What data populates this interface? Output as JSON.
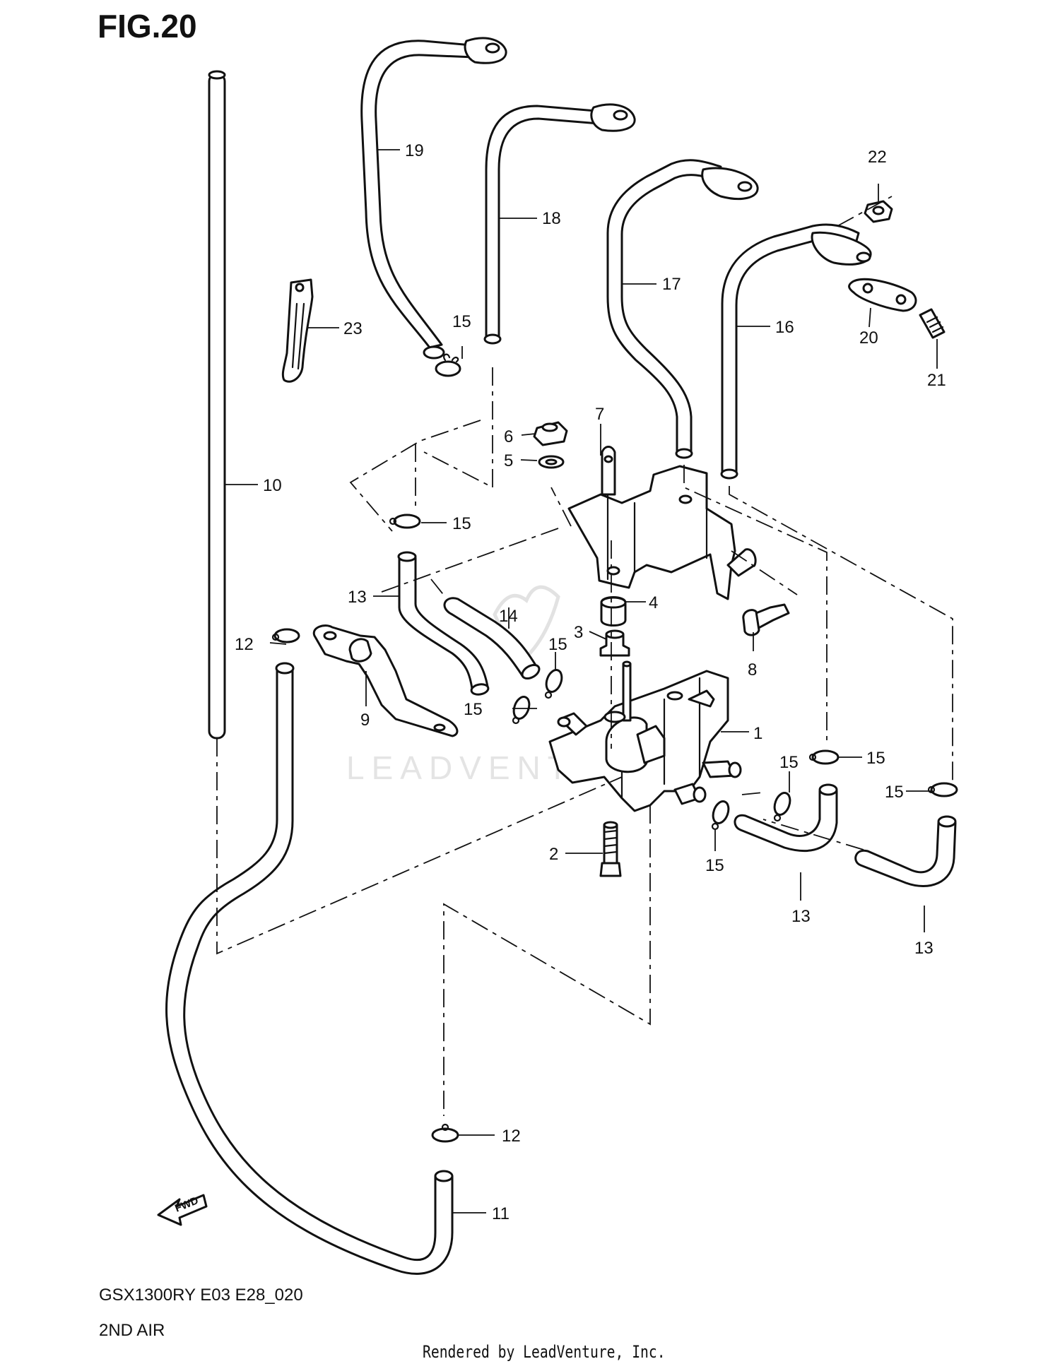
{
  "figure": {
    "title": "FIG.20",
    "model_code": "GSX1300RY E03 E28_020",
    "section_name": "2ND AIR",
    "credit": "Rendered by LeadVenture, Inc.",
    "watermark": "LEADVENTURE",
    "fwd_marker": "FWD"
  },
  "callouts": [
    {
      "id": "c1",
      "text": "1"
    },
    {
      "id": "c2",
      "text": "2"
    },
    {
      "id": "c3",
      "text": "3"
    },
    {
      "id": "c4",
      "text": "4"
    },
    {
      "id": "c5",
      "text": "5"
    },
    {
      "id": "c6",
      "text": "6"
    },
    {
      "id": "c7",
      "text": "7"
    },
    {
      "id": "c8",
      "text": "8"
    },
    {
      "id": "c9",
      "text": "9"
    },
    {
      "id": "c10",
      "text": "10"
    },
    {
      "id": "c11",
      "text": "11"
    },
    {
      "id": "c12a",
      "text": "12"
    },
    {
      "id": "c12b",
      "text": "12"
    },
    {
      "id": "c13a",
      "text": "13"
    },
    {
      "id": "c13b",
      "text": "13"
    },
    {
      "id": "c13c",
      "text": "13"
    },
    {
      "id": "c14",
      "text": "14"
    },
    {
      "id": "c15a",
      "text": "15"
    },
    {
      "id": "c15b",
      "text": "15"
    },
    {
      "id": "c15c",
      "text": "15"
    },
    {
      "id": "c15d",
      "text": "15"
    },
    {
      "id": "c15e",
      "text": "15"
    },
    {
      "id": "c15f",
      "text": "15"
    },
    {
      "id": "c15g",
      "text": "15"
    },
    {
      "id": "c15h",
      "text": "15"
    },
    {
      "id": "c16",
      "text": "16"
    },
    {
      "id": "c17",
      "text": "17"
    },
    {
      "id": "c18",
      "text": "18"
    },
    {
      "id": "c19",
      "text": "19"
    },
    {
      "id": "c20",
      "text": "20"
    },
    {
      "id": "c21",
      "text": "21"
    },
    {
      "id": "c22",
      "text": "22"
    },
    {
      "id": "c23",
      "text": "23"
    }
  ]
}
